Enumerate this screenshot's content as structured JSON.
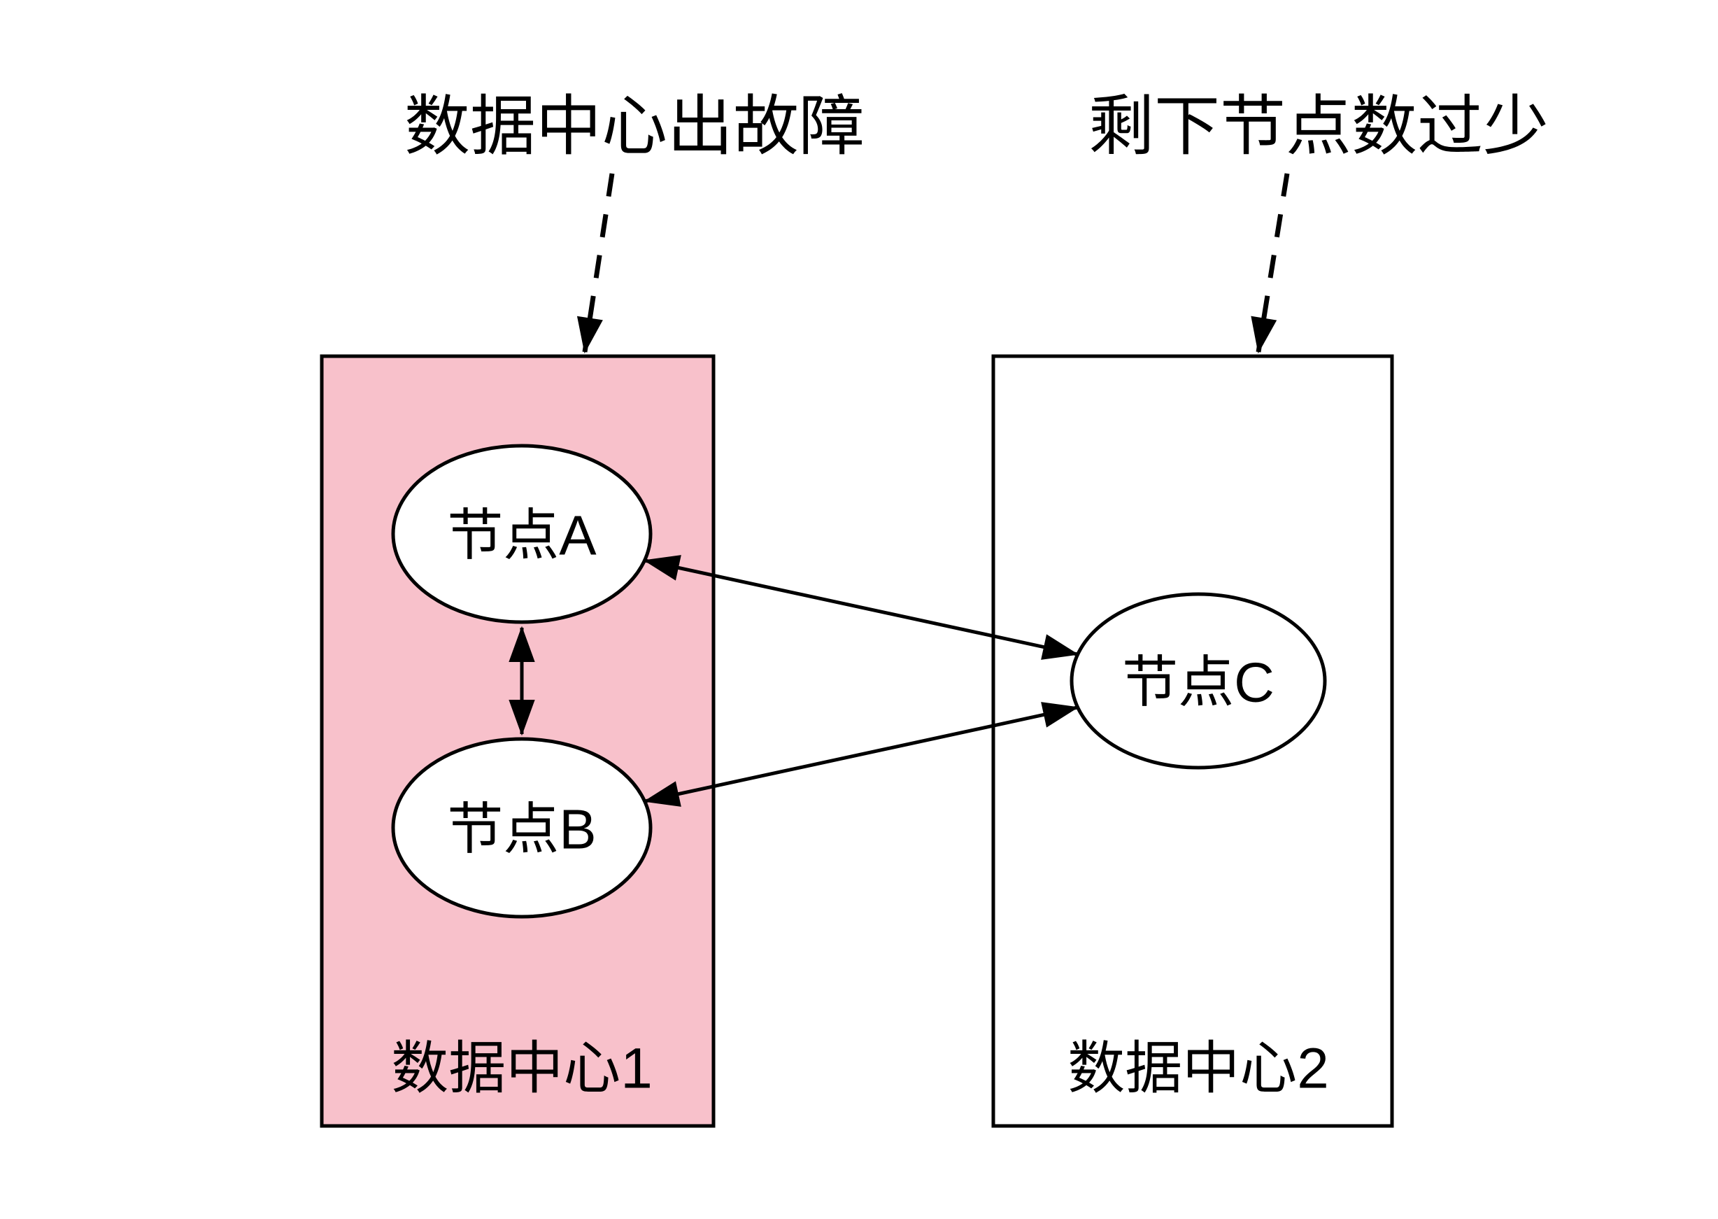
{
  "diagram": {
    "title": "",
    "callouts": {
      "left": {
        "text": "数据中心出故障"
      },
      "right": {
        "text": "剩下节点数过少"
      }
    },
    "datacenter1": {
      "label": "数据中心1",
      "fill_color": "#F8C1CB"
    },
    "datacenter2": {
      "label": "数据中心2",
      "fill_color": "#FFFFFF"
    },
    "nodes": {
      "a": {
        "label": "节点A",
        "fill_color": "#FFFFFF"
      },
      "b": {
        "label": "节点B",
        "fill_color": "#FFFFFF"
      },
      "c": {
        "label": "节点C",
        "fill_color": "#FFFFFF"
      }
    },
    "colors": {
      "stroke": "#000000",
      "background": "#FFFFFF",
      "failed_datacenter_fill": "#F8C1CB"
    }
  }
}
